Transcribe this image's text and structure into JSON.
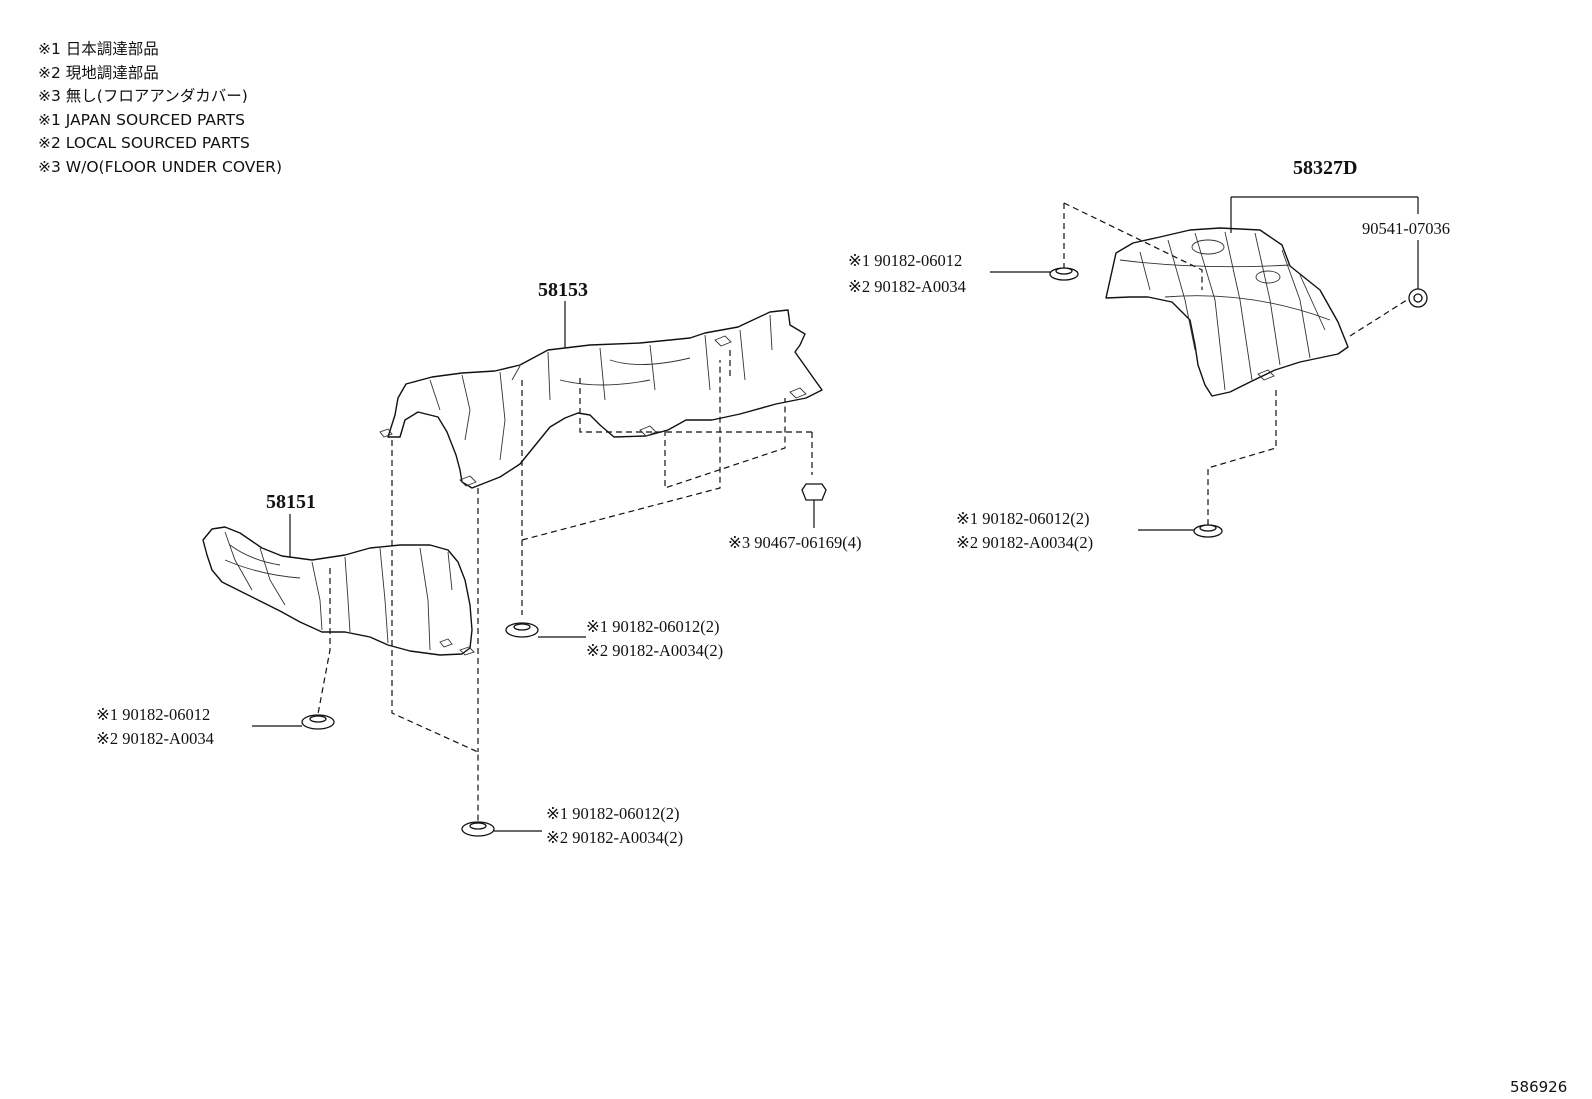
{
  "legend": [
    "※1 日本調達部品",
    "※2 現地調達部品",
    "※3 無し(フロアアンダカバー)",
    "※1 JAPAN SOURCED PARTS",
    "※2 LOCAL SOURCED PARTS",
    "※3 W/O(FLOOR UNDER COVER)"
  ],
  "parts": {
    "p58153": "58153",
    "p58151": "58151",
    "p58327d": "58327D",
    "p90541": "90541-07036"
  },
  "callouts": {
    "c1": {
      "a": "※1 90182-06012",
      "b": "※2 90182-A0034"
    },
    "c2": "※3 90467-06169(4)",
    "c3": {
      "a": "※1 90182-06012(2)",
      "b": "※2 90182-A0034(2)"
    },
    "c4": {
      "a": "※1 90182-06012(2)",
      "b": "※2 90182-A0034(2)"
    },
    "c5": {
      "a": "※1 90182-06012",
      "b": "※2 90182-A0034"
    },
    "c6": {
      "a": "※1 90182-06012(2)",
      "b": "※2 90182-A0034(2)"
    }
  },
  "doc_id": "586926"
}
